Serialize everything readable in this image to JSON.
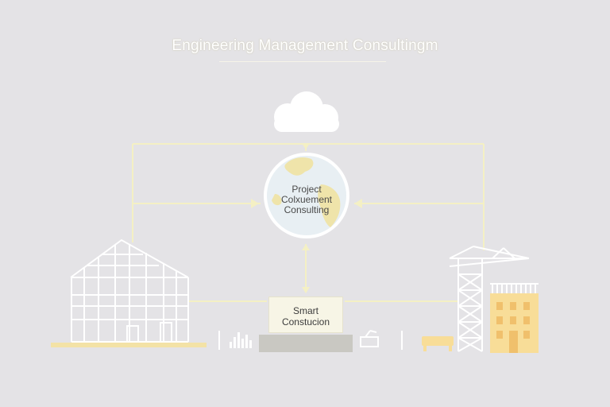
{
  "title": "Engineering Management Consultingm",
  "hub": {
    "line1": "Project",
    "line2": "Colxuement",
    "line3": "Consulting"
  },
  "smart_box": {
    "line1": "Smart",
    "line2": "Constucion"
  },
  "colors": {
    "background": "#e4e3e6",
    "connector": "#f4f0c4",
    "outline": "#ffffff",
    "building_fill": "#f8dd98",
    "base_strip": "#f3e2a6"
  },
  "icons": [
    "cloud-icon",
    "globe-icon",
    "house-frame-icon",
    "crane-icon",
    "apartment-building-icon",
    "bar-sparkline-icon",
    "machine-icon",
    "bench-icon"
  ]
}
